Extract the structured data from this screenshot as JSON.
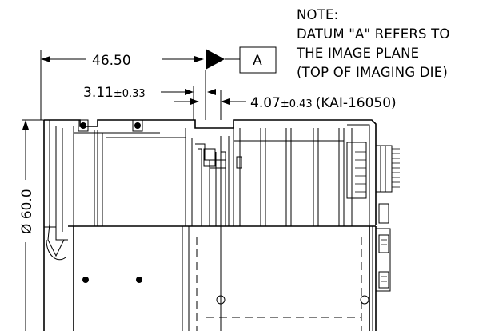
{
  "note": {
    "lines": [
      "NOTE:",
      "DATUM \"A\" REFERS TO",
      "THE IMAGE PLANE",
      "(TOP OF IMAGING DIE)"
    ]
  },
  "datum": {
    "label": "A"
  },
  "dimensions": {
    "flange_distance": "46.50",
    "offset_1_value": "3.11",
    "offset_1_tolerance": "±0.33",
    "offset_2_value": "4.07",
    "offset_2_tolerance": "±0.43",
    "offset_2_sensor": "(KAI-16050)",
    "diameter": "Ø 60.0"
  }
}
